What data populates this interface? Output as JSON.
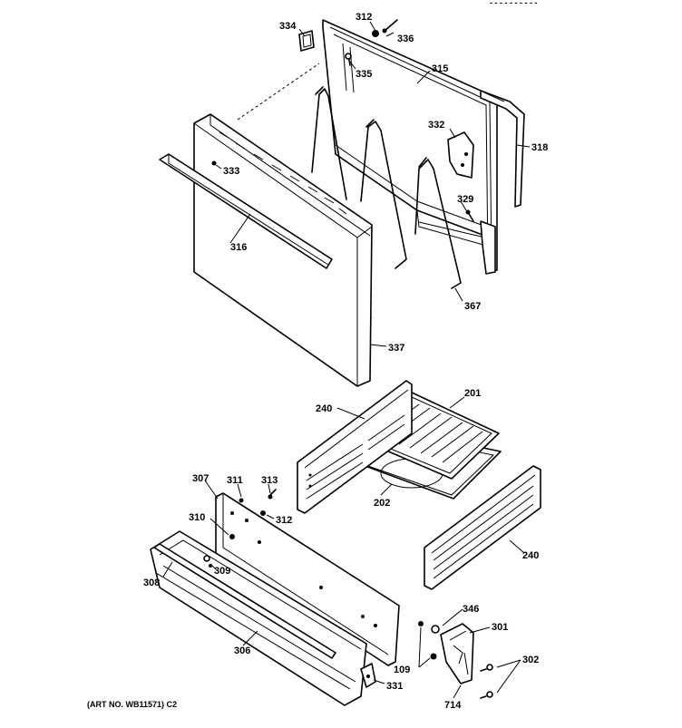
{
  "diagram": {
    "art_number": "(ART NO. WB11571) C2",
    "header_fragment": "- - -  - -  - -  - - -"
  },
  "callouts": {
    "c334": "334",
    "c312a": "312",
    "c336": "336",
    "c335": "335",
    "c315": "315",
    "c318": "318",
    "c332": "332",
    "c333": "333",
    "c316": "316",
    "c329": "329",
    "c367": "367",
    "c337": "337",
    "c240a": "240",
    "c201": "201",
    "c202": "202",
    "c307": "307",
    "c311": "311",
    "c313": "313",
    "c312b": "312",
    "c310": "310",
    "c309": "309",
    "c308": "308",
    "c240b": "240",
    "c346": "346",
    "c301": "301",
    "c306": "306",
    "c302": "302",
    "c109": "109",
    "c331": "331",
    "c714": "714"
  }
}
